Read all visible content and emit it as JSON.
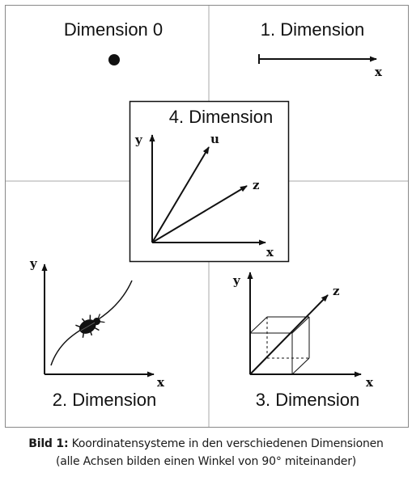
{
  "panels": {
    "dim0": {
      "title": "Dimension 0"
    },
    "dim1": {
      "title": "1. Dimension",
      "axis_x": "x"
    },
    "dim2": {
      "title": "2. Dimension",
      "axis_x": "x",
      "axis_y": "y"
    },
    "dim3": {
      "title": "3. Dimension",
      "axis_x": "x",
      "axis_y": "y",
      "axis_z": "z"
    },
    "dim4": {
      "title": "4. Dimension",
      "axis_x": "x",
      "axis_y": "y",
      "axis_z": "z",
      "axis_u": "u"
    }
  },
  "caption": {
    "label": "Bild 1:",
    "line1": "Koordinatensysteme in den verschiedenen Dimensionen",
    "line2": "(alle Achsen bilden einen Winkel von 90° miteinander)"
  },
  "colors": {
    "line": "#111111",
    "frame": "#888888",
    "panel_divider": "#aaaaaa"
  }
}
